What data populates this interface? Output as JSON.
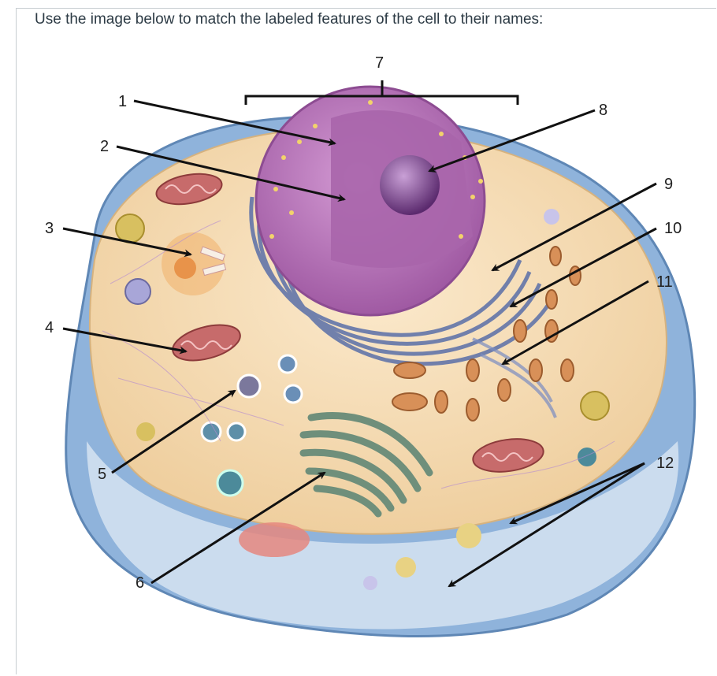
{
  "question": {
    "prompt": "Use the image below to match the labeled features of the cell to their names:"
  },
  "figure": {
    "labels": [
      "1",
      "2",
      "3",
      "4",
      "5",
      "6",
      "7",
      "8",
      "9",
      "10",
      "11",
      "12"
    ],
    "colors": {
      "membrane": "#7fa6cf",
      "cytoplasm": "#f4dcb6",
      "nucleus": "#b06ab0",
      "nucleolus": "#7a3f8a",
      "mitochondria": "#c26a6a",
      "golgi": "#6f8f7b",
      "arrow": "#111111"
    }
  }
}
